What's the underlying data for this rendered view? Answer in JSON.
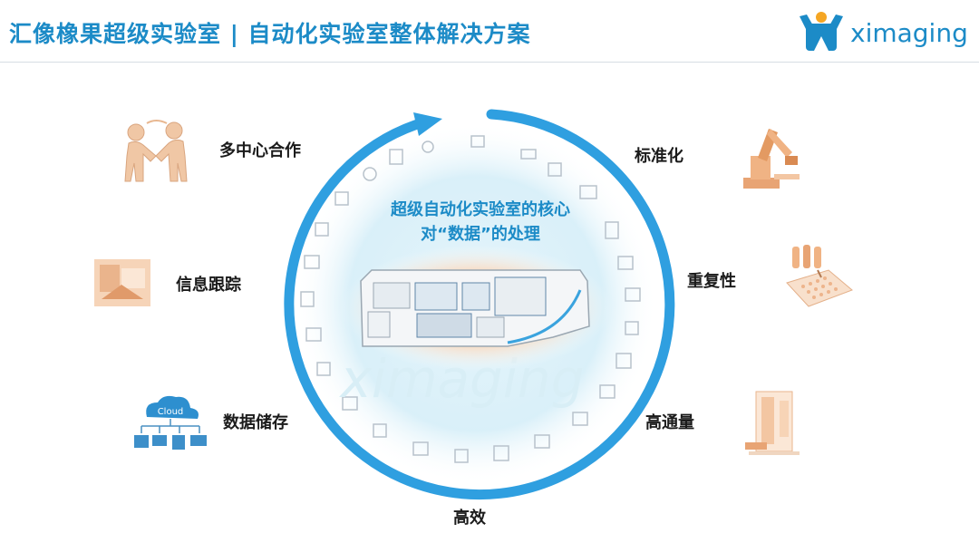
{
  "header": {
    "title": "汇像橡果超级实验室 | 自动化实验室整体解决方案",
    "logo_text": "ximaging",
    "brand_color": "#1c8bc7",
    "accent_orange": "#f5a623"
  },
  "center": {
    "core_line1": "超级自动化实验室的核心",
    "core_line2": "对“数据”的处理",
    "watermark": "ximaging"
  },
  "left_items": [
    {
      "label": "多中心合作",
      "icon": "handshake-figures-icon"
    },
    {
      "label": "信息跟踪",
      "icon": "lab-tracking-photo-icon"
    },
    {
      "label": "数据储存",
      "icon": "cloud-network-icon"
    }
  ],
  "right_items": [
    {
      "label": "标准化",
      "icon": "robot-arm-icon"
    },
    {
      "label": "重复性",
      "icon": "tube-and-plate-icon"
    },
    {
      "label": "高通量",
      "icon": "storage-tower-icon"
    }
  ],
  "bottom_item": {
    "label": "高效"
  },
  "icons": {
    "cloud_label": "Cloud"
  }
}
